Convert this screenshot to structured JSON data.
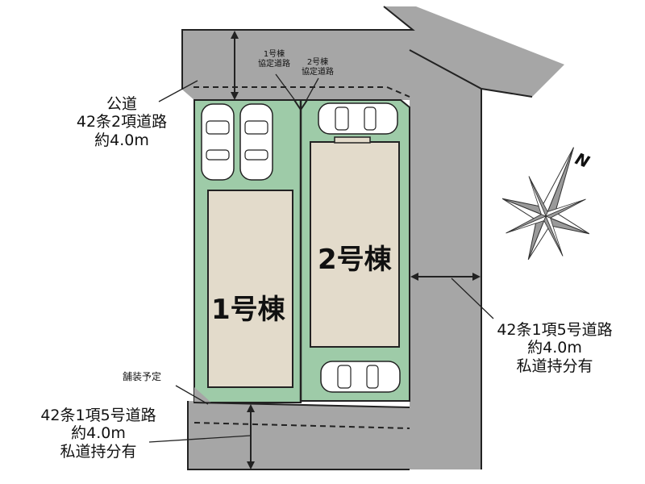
{
  "public_road": {
    "l1": "公道",
    "l2": "42条2項道路",
    "l3": "約4.0m"
  },
  "agreement_road_1": {
    "l1": "1号棟",
    "l2": "協定道路"
  },
  "agreement_road_2": {
    "l1": "2号棟",
    "l2": "協定道路"
  },
  "building_1": "1号棟",
  "building_2": "2号棟",
  "east_road": {
    "l1": "42条1項5号道路",
    "l2": "約4.0m",
    "l3": "私道持分有"
  },
  "south_road": {
    "l1": "42条1項5号道路",
    "l2": "約4.0m",
    "l3": "私道持分有"
  },
  "paving_note": "舗装予定",
  "compass": {
    "label": "N"
  },
  "colors": {
    "road": "#a6a6a6",
    "lot": "#9ecba8",
    "building": "#e3dbcb",
    "outline": "#222222"
  }
}
